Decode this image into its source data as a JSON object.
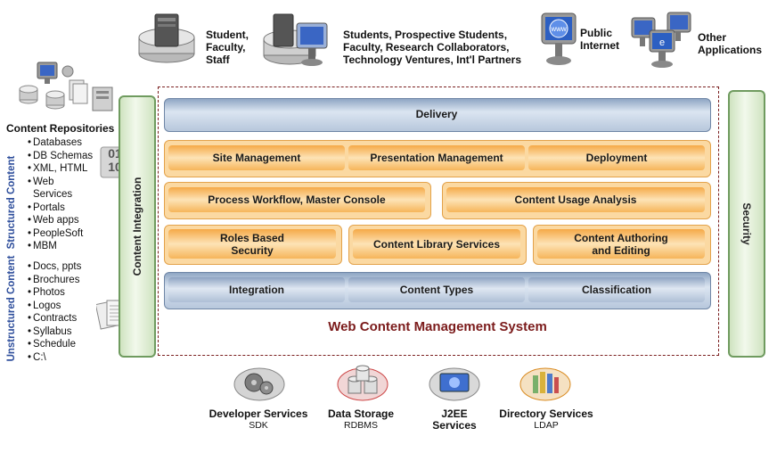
{
  "top": {
    "users1": "Student,\nFaculty,\nStaff",
    "users2": "Students, Prospective Students,\nFaculty, Research Collaborators,\nTechnology Ventures, Int'l Partners",
    "public": "Public\nInternet",
    "other": "Other\nApplications"
  },
  "left": {
    "repo_title": "Content Repositories",
    "structured_label": "Structured Content",
    "unstructured_label": "Unstructured Content",
    "structured_items": [
      "Databases",
      "DB Schemas",
      "XML, HTML",
      "Web",
      "Services",
      "Portals",
      "Web apps",
      "PeopleSoft",
      "MBM"
    ],
    "unstructured_items": [
      "Docs, ppts",
      "Brochures",
      "Photos",
      "Logos",
      "Contracts",
      "Syllabus",
      "Schedule",
      "C:\\"
    ],
    "binary_glyph": "01\n10"
  },
  "pillars": {
    "integration": "Content Integration",
    "security": "Security"
  },
  "wcms": {
    "delivery": "Delivery",
    "row2": [
      "Site Management",
      "Presentation Management",
      "Deployment"
    ],
    "row3": [
      "Process Workflow, Master Console",
      "Content Usage Analysis"
    ],
    "row4": [
      "Roles Based\nSecurity",
      "Content Library Services",
      "Content Authoring\nand Editing"
    ],
    "row5": [
      "Integration",
      "Content Types",
      "Classification"
    ],
    "title": "Web Content Management System"
  },
  "bottom": [
    {
      "title": "Developer Services",
      "sub": "SDK"
    },
    {
      "title": "Data Storage",
      "sub": "RDBMS"
    },
    {
      "title": "J2EE\nServices",
      "sub": ""
    },
    {
      "title": "Directory Services",
      "sub": "LDAP"
    }
  ],
  "colors": {
    "title_red": "#7b1b1b",
    "side_blue": "#2f4f9c",
    "orange": "#f5a947",
    "steel_blue": "#8ea3c2",
    "pillar_green": "#6f9b5f"
  }
}
